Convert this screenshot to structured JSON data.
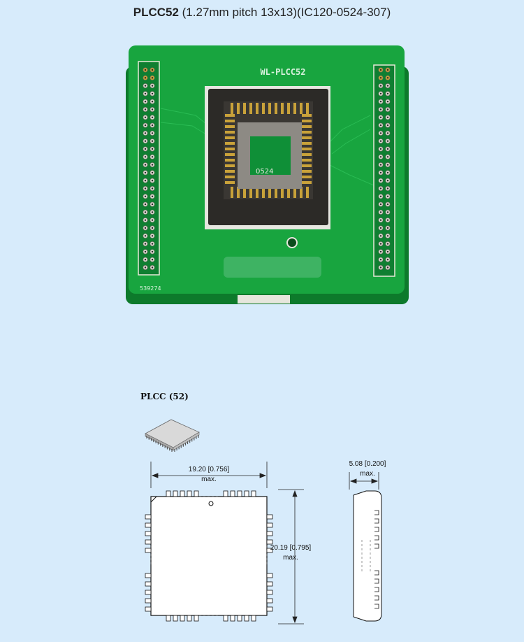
{
  "header": {
    "title_bold": "PLCC52",
    "title_rest": " (1.27mm pitch 13x13)(IC120-0524-307)"
  },
  "board": {
    "silkscreen_label": "WL-PLCC52",
    "serial": "539274",
    "socket_marking": "0524",
    "colors": {
      "pcb": "#18a53f",
      "pcb_edge": "#0f8a31",
      "socket": "#2c2a27",
      "pins": "#c9a23a"
    }
  },
  "package": {
    "label": "PLCC (52)",
    "width_dim": "19.20 [0.756]",
    "width_note": "max.",
    "height_dim": "20.19 [0.795]",
    "height_note": "max.",
    "thickness_dim": "5.08 [0.200]",
    "thickness_note": "max."
  }
}
